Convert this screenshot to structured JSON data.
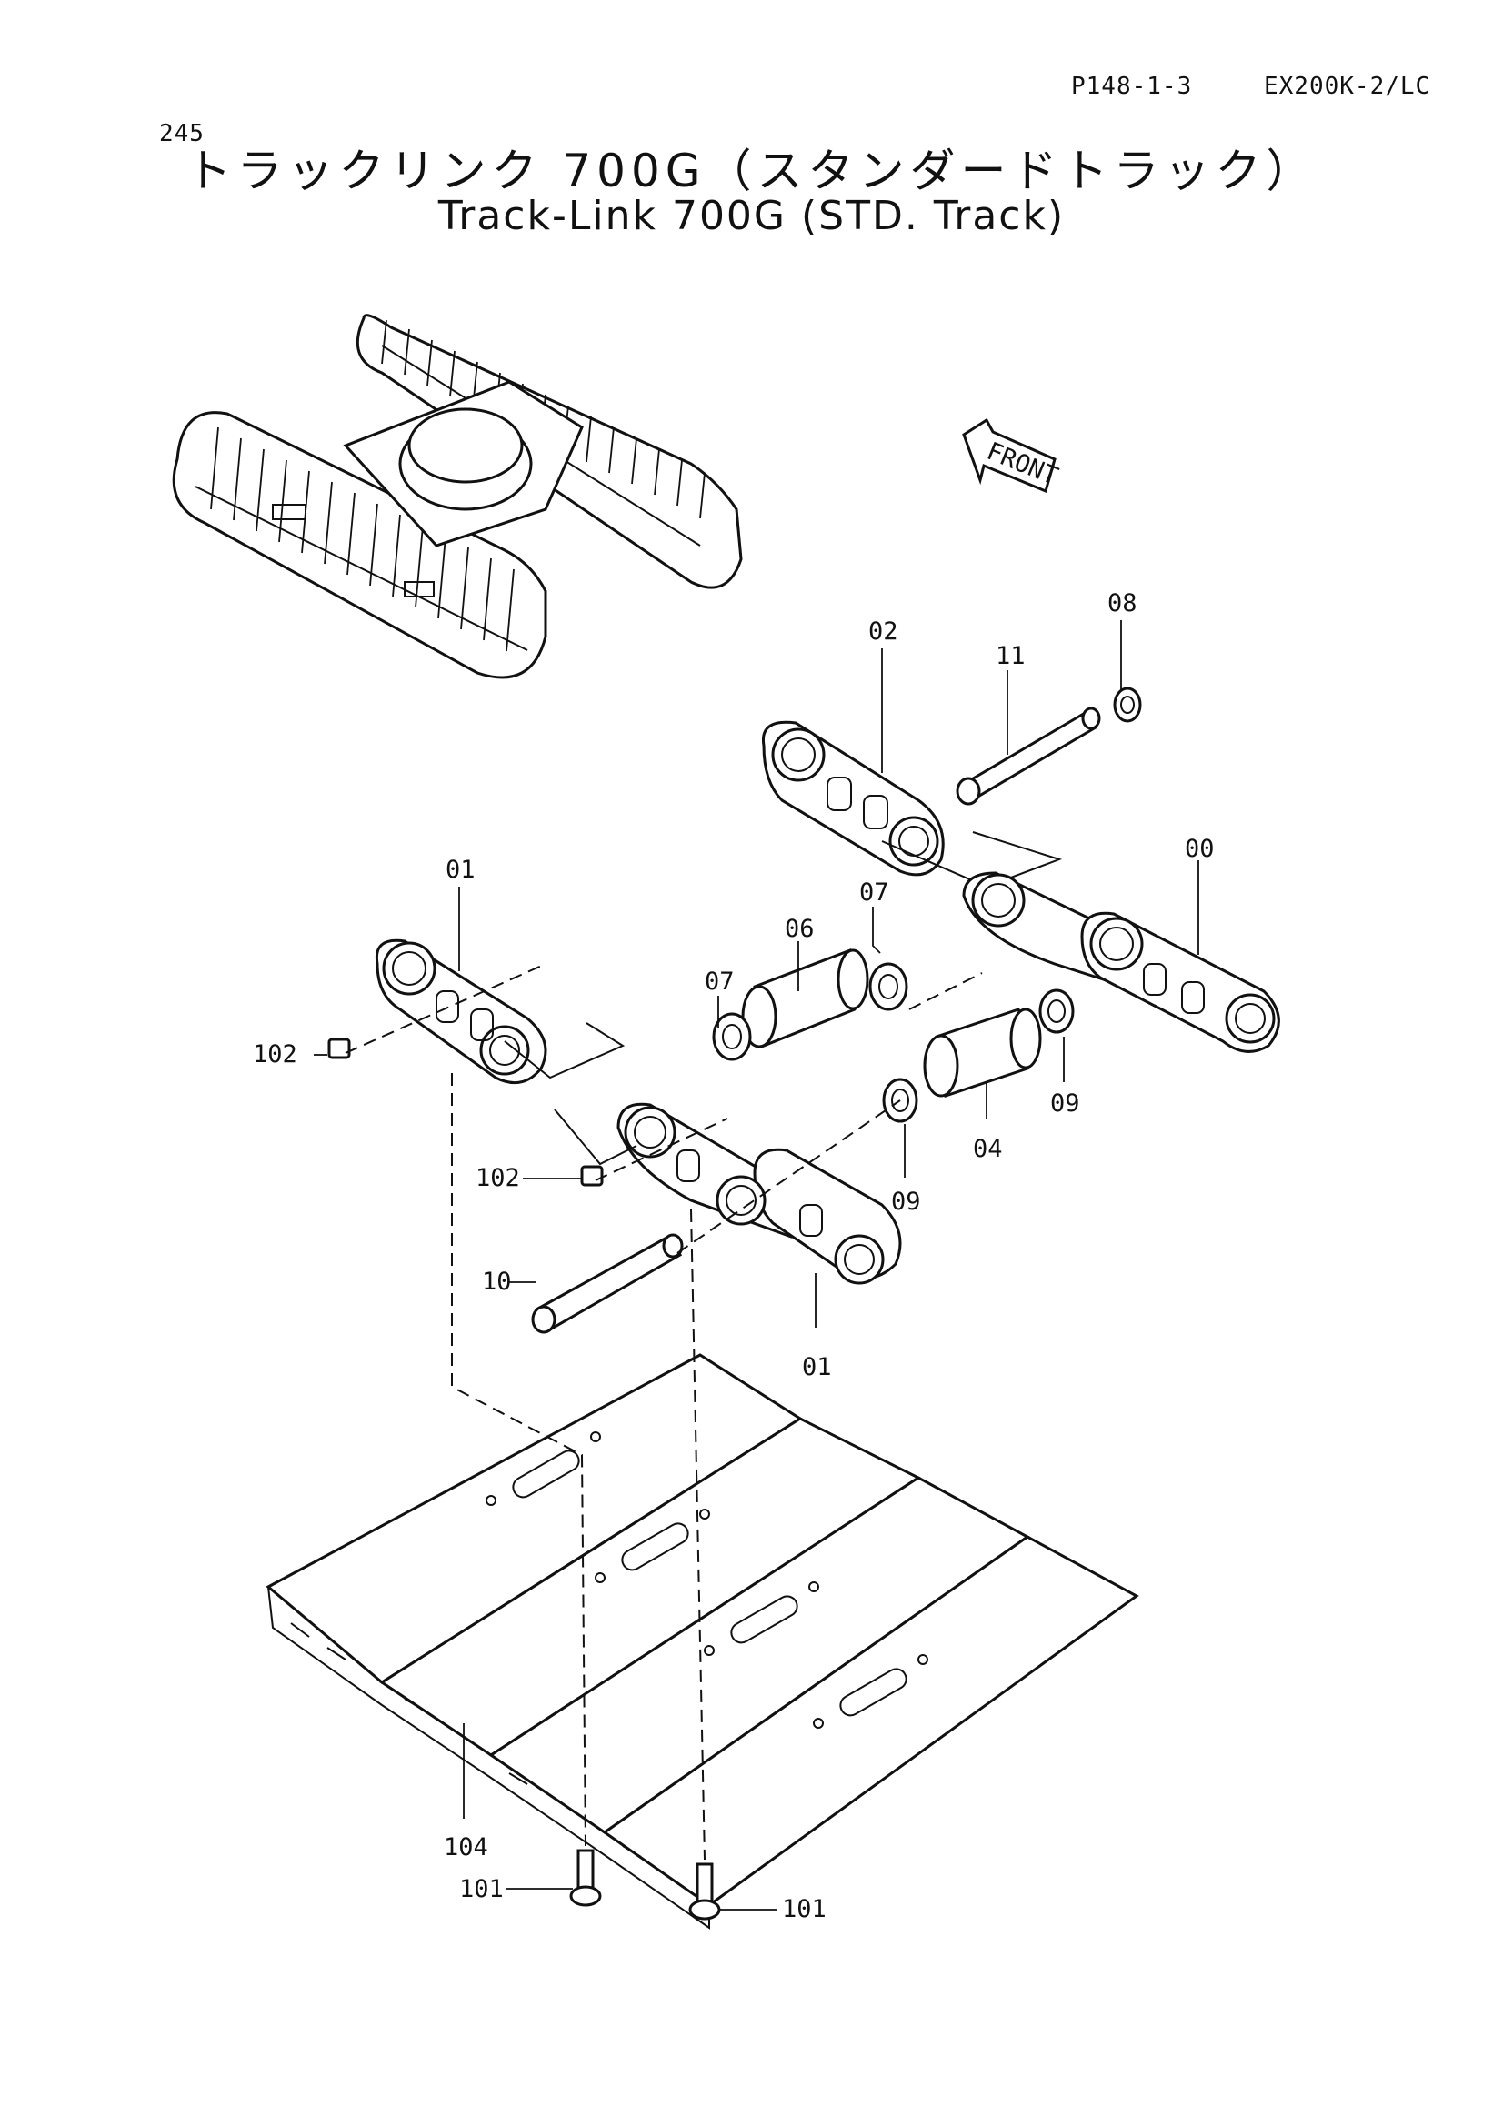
{
  "page_number": "245",
  "page_code": "P148-1-3",
  "model": "EX200K-2/LC",
  "title_jp": "トラックリンク 700G（スタンダードトラック）",
  "title_en": "Track-Link 700G (STD. Track)",
  "front_label": "FRONT",
  "labels": {
    "l00": "00",
    "l01a": "01",
    "l01b": "01",
    "l02": "02",
    "l04": "04",
    "l06": "06",
    "l07a": "07",
    "l07b": "07",
    "l08": "08",
    "l09a": "09",
    "l09b": "09",
    "l10": "10",
    "l11": "11",
    "l101a": "101",
    "l101b": "101",
    "l102a": "102",
    "l102b": "102",
    "l104": "104"
  }
}
